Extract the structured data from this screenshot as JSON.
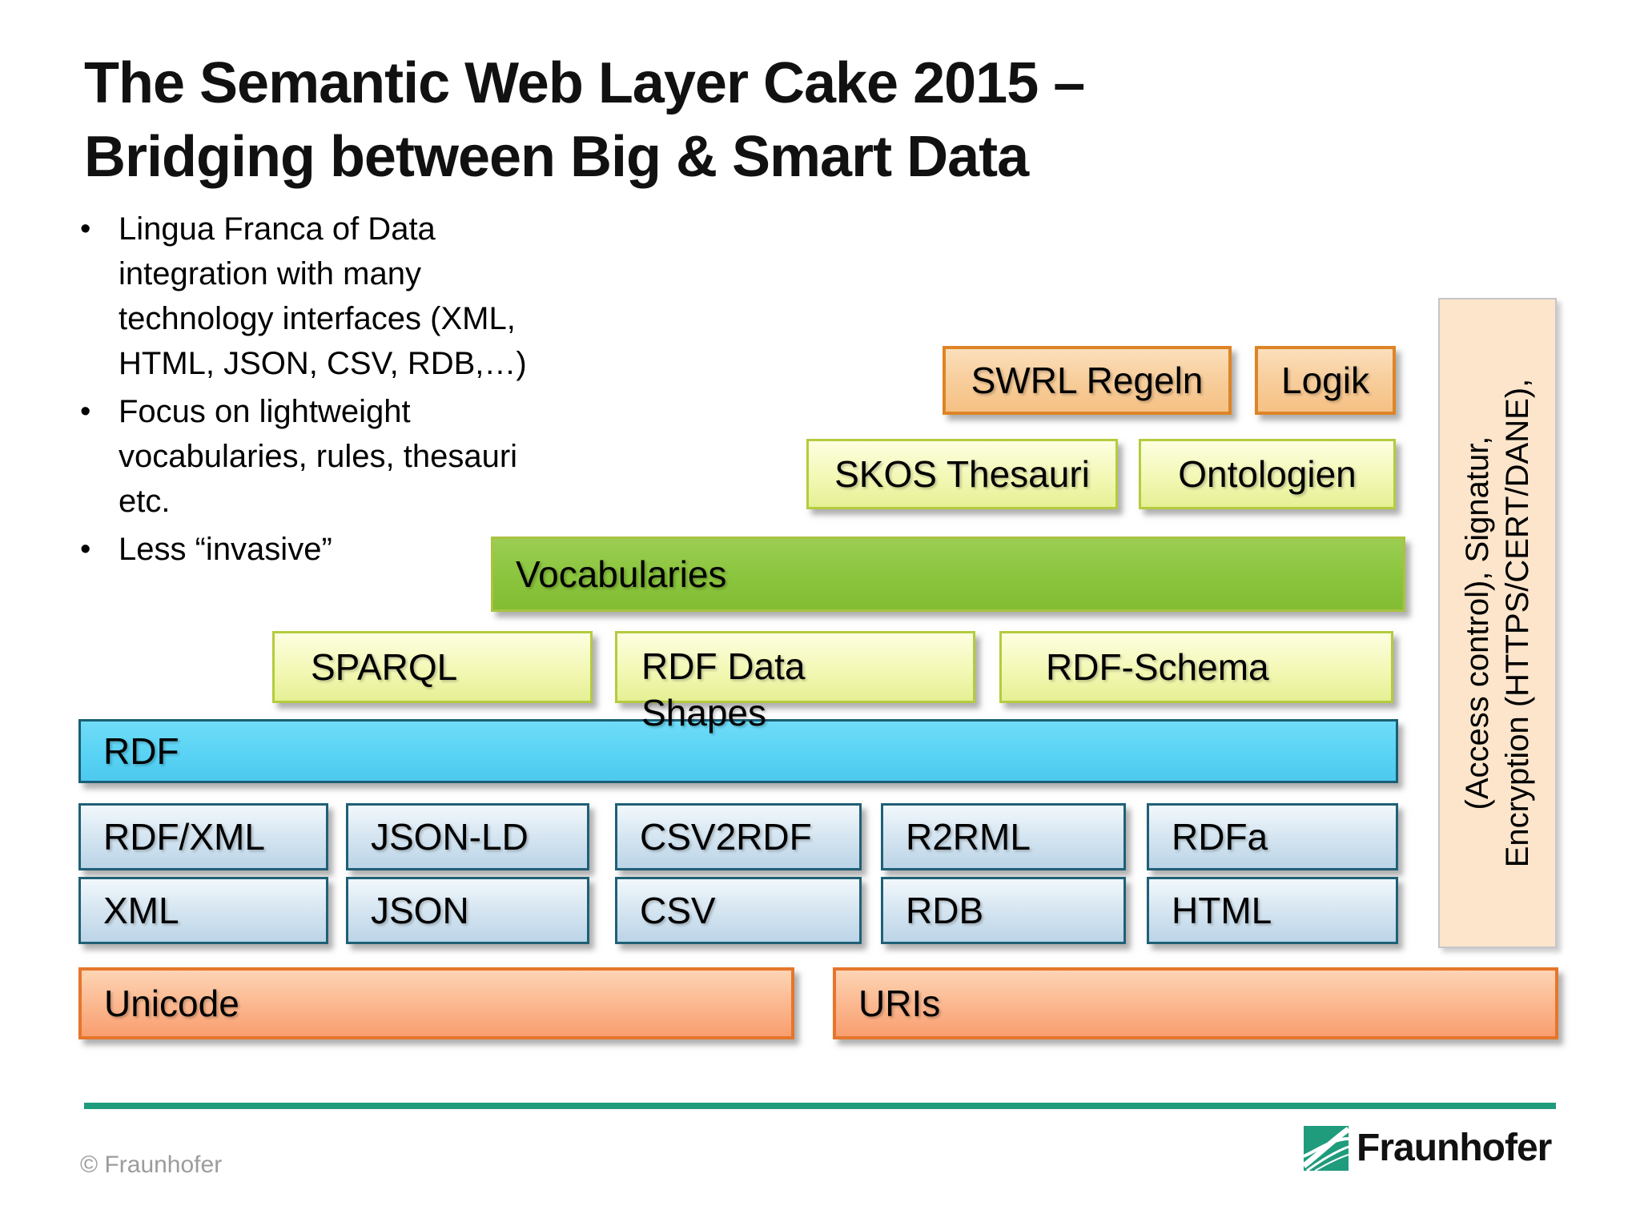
{
  "title": {
    "line1": "The Semantic Web Layer Cake 2015 –",
    "line2": "Bridging between Big & Smart Data"
  },
  "bullets": [
    "Lingua Franca of Data integration with many technology interfaces (XML, HTML, JSON, CSV, RDB,…)",
    "Focus on lightweight vocabularies, rules, thesauri etc.",
    "Less “invasive”"
  ],
  "layers": {
    "swrl": "SWRL Regeln",
    "logik": "Logik",
    "skos": "SKOS Thesauri",
    "ontologien": "Ontologien",
    "vocabularies": "Vocabularies",
    "sparql": "SPARQL",
    "rdf_data_shapes": {
      "line1": "RDF Data",
      "line2": "Shapes"
    },
    "rdf_schema": "RDF-Schema",
    "rdf": "RDF",
    "mapping_row": [
      "RDF/XML",
      "JSON-LD",
      "CSV2RDF",
      "R2RML",
      "RDFa"
    ],
    "format_row": [
      "XML",
      "JSON",
      "CSV",
      "RDB",
      "HTML"
    ],
    "unicode": "Unicode",
    "uris": "URIs",
    "security": {
      "line1": "(Access control), Signatur,",
      "line2": "Encryption (HTTPS/CERT/DANE),"
    }
  },
  "footer": {
    "copyright": "© Fraunhofer",
    "brand": "Fraunhofer"
  },
  "colors": {
    "fraunhofer_green": "#1E9C7C",
    "orange_fill": "#F8CF9E",
    "orange_border": "#DE8426",
    "yellow_fill": "#F3F8B5",
    "yellow_border": "#B4CC3E",
    "green_fill": "#8CC63F",
    "cyan_fill": "#58D2F4",
    "cyan_border": "#1B5E74",
    "blue_fill": "#D8E7F2",
    "blue_border": "#1F6077",
    "salmon_fill": "#FBB68D",
    "salmon_border": "#E5762B",
    "peach_fill": "#FCE5CB"
  }
}
